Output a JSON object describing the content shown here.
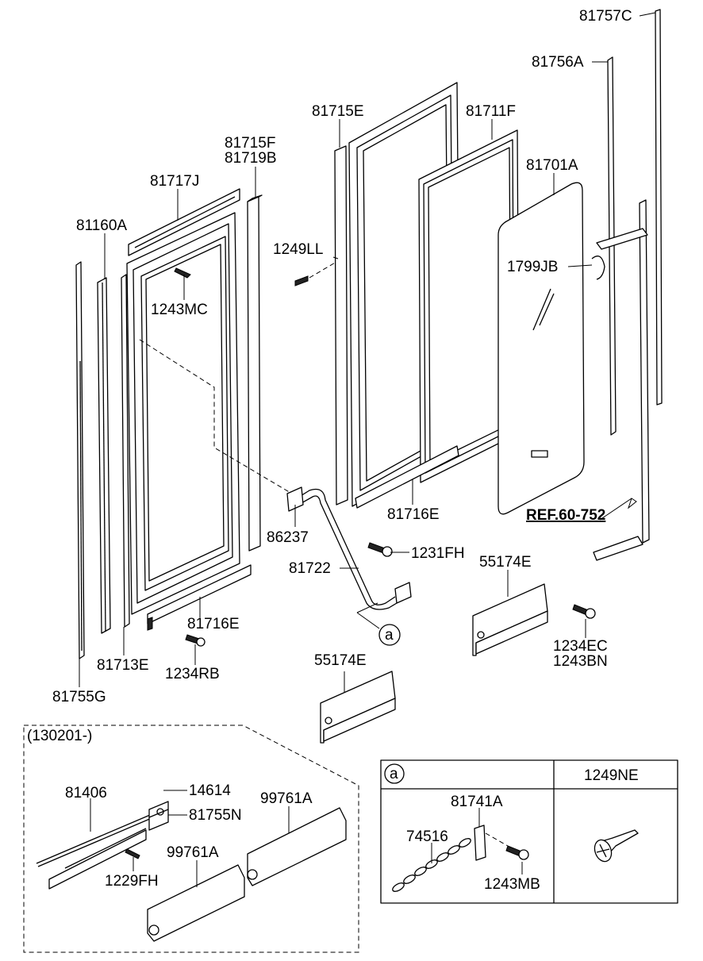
{
  "labels": {
    "p81757C": "81757C",
    "p81756A": "81756A",
    "p81715E": "81715E",
    "p81711F": "81711F",
    "p81701A": "81701A",
    "p81715F": "81715F",
    "p81719B": "81719B",
    "p81717J": "81717J",
    "p81160A": "81160A",
    "p1249LL": "1249LL",
    "p1799JB": "1799JB",
    "p1243MC": "1243MC",
    "p86237": "86237",
    "p81716E_right": "81716E",
    "pREF": "REF.60-752",
    "p1231FH": "1231FH",
    "p81722": "81722",
    "p55174E_right": "55174E",
    "p81716E_left": "81716E",
    "p1234EC": "1234EC",
    "p1243BN": "1243BN",
    "p81713E": "81713E",
    "p1234RB": "1234RB",
    "p55174E_left": "55174E",
    "p81755G": "81755G",
    "callout_a": "a"
  },
  "inset": {
    "heading": "(130201-)",
    "p81406": "81406",
    "p14614": "14614",
    "p81755N": "81755N",
    "p99761A_right": "99761A",
    "p99761A_left": "99761A",
    "p1229FH": "1229FH"
  },
  "table": {
    "col_a": "a",
    "col_b": "1249NE",
    "p81741A": "81741A",
    "p74516": "74516",
    "p1243MB": "1243MB"
  }
}
